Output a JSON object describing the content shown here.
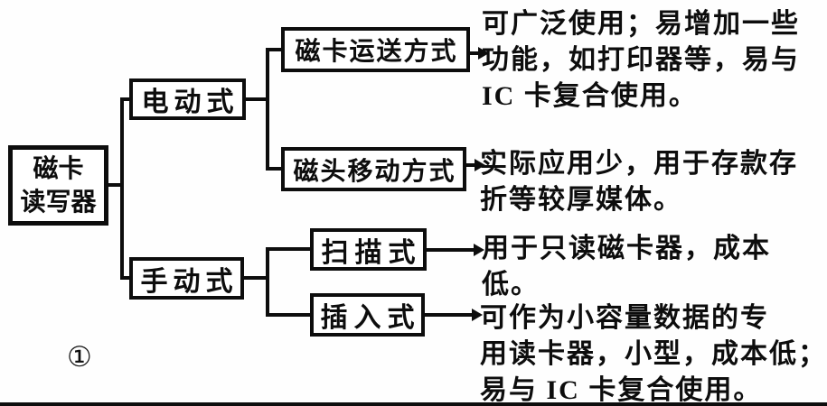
{
  "diagram": {
    "title_semantic": "磁卡读写器分类图",
    "figure_label": "①",
    "ink_color": "#0d0d0d",
    "background_color": "#fefefe",
    "root": {
      "label": "磁卡读写器",
      "label_lines": [
        "磁卡",
        "读写器"
      ]
    },
    "branches": [
      {
        "label": "电动式",
        "children": [
          {
            "label": "磁卡运送方式",
            "note": "可广泛使用；易增加一些功能，如打印器等，易与 IC 卡复合使用。",
            "note_lines": [
              "可广泛使用；易增加一些",
              "功能，如打印器等，易与",
              "IC 卡复合使用。"
            ]
          },
          {
            "label": "磁头移动方式",
            "note": "实际应用少，用于存款存折等较厚媒体。",
            "note_lines": [
              "实际应用少，用于存款存",
              "折等较厚媒体。"
            ]
          }
        ]
      },
      {
        "label": "手动式",
        "children": [
          {
            "label": "扫描式",
            "note": "用于只读磁卡器，成本低。",
            "note_lines": [
              "用于只读磁卡器，成本",
              "低。"
            ]
          },
          {
            "label": "插入式",
            "note": "可作为小容量数据的专用读卡器，小型，成本低；易与 IC 卡复合使用。",
            "note_lines": [
              "可作为小容量数据的专",
              "用读卡器，小型，成本低；",
              "易与 IC 卡复合使用。"
            ]
          }
        ]
      }
    ]
  }
}
